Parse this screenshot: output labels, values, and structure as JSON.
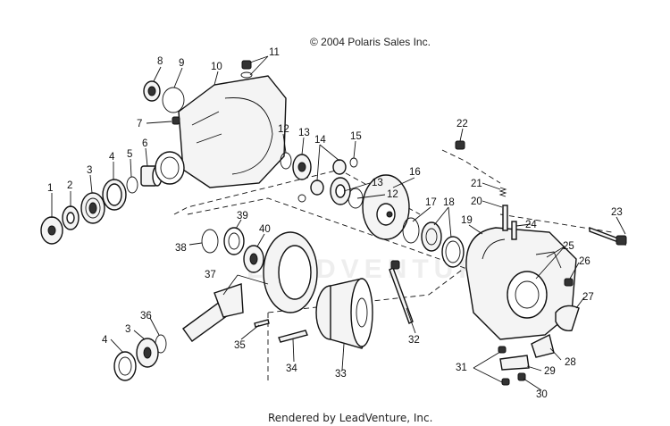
{
  "copyright": "© 2004 Polaris Sales Inc.",
  "footer": "Rendered by LeadVenture, Inc.",
  "watermark": "LEADVENTURE",
  "callouts": [
    "1",
    "2",
    "3",
    "4",
    "5",
    "6",
    "7",
    "8",
    "9",
    "10",
    "11",
    "12",
    "13",
    "14",
    "15",
    "16",
    "17",
    "18",
    "19",
    "20",
    "21",
    "22",
    "23",
    "24",
    "25",
    "26",
    "27",
    "28",
    "29",
    "30",
    "31",
    "32",
    "33",
    "34",
    "35",
    "36",
    "37",
    "38",
    "39",
    "40"
  ]
}
